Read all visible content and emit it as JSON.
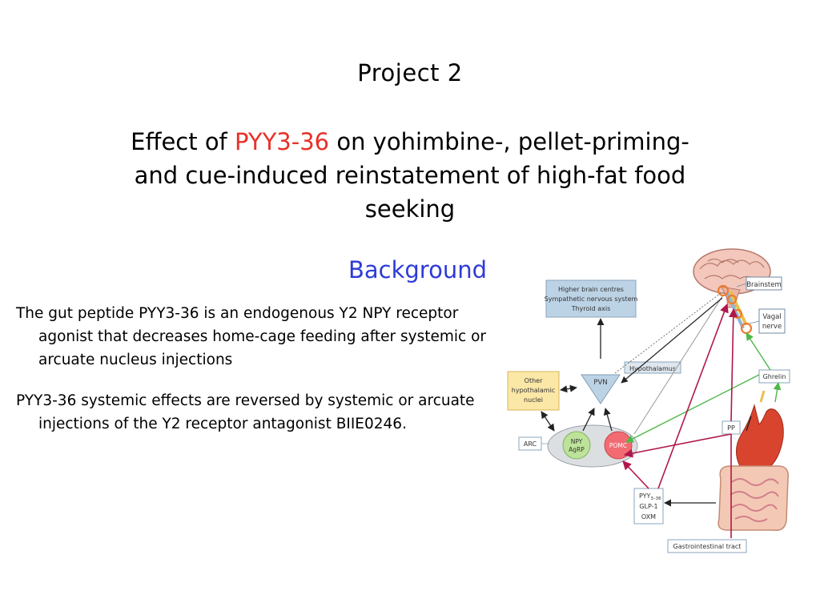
{
  "slide": {
    "title": "Project 2",
    "heading": {
      "prefix": "Effect of ",
      "accent": "PYY3-36",
      "suffix": " on yohimbine-, pellet-priming- and cue-induced reinstatement of high-fat food seeking"
    },
    "section_label": "Background",
    "bullets": [
      "The gut peptide PYY3-36 is an endogenous Y2 NPY receptor agonist that decreases home-cage feeding after systemic or arcuate nucleus injections",
      "PYY3-36 systemic effects are reversed by systemic or arcuate injections of the Y2 receptor antagonist BIIE0246."
    ],
    "accent_color": "#e8312a",
    "section_color": "#2e3bd6"
  },
  "figure": {
    "higher_brain_lines": [
      "Higher brain centres",
      "Sympathetic nervous system",
      "Thyroid axis"
    ],
    "brainstem": "Brainstem",
    "vagal_lines": [
      "Vagal",
      "nerve"
    ],
    "hypothalamus": "Hypothalamus",
    "pvn": "PVN",
    "other_hypo_lines": [
      "Other",
      "hypothalamic",
      "nuclei"
    ],
    "ghrelin": "Ghrelin",
    "arc": "ARC",
    "npy_lines": [
      "NPY",
      "AgRP"
    ],
    "pomc": "POMC",
    "pp": "PP",
    "pyy": "PYY",
    "pyy_sub": "3–36",
    "glp1": "GLP-1",
    "oxm": "OXM",
    "gi_tract": "Gastrointestinal tract"
  }
}
